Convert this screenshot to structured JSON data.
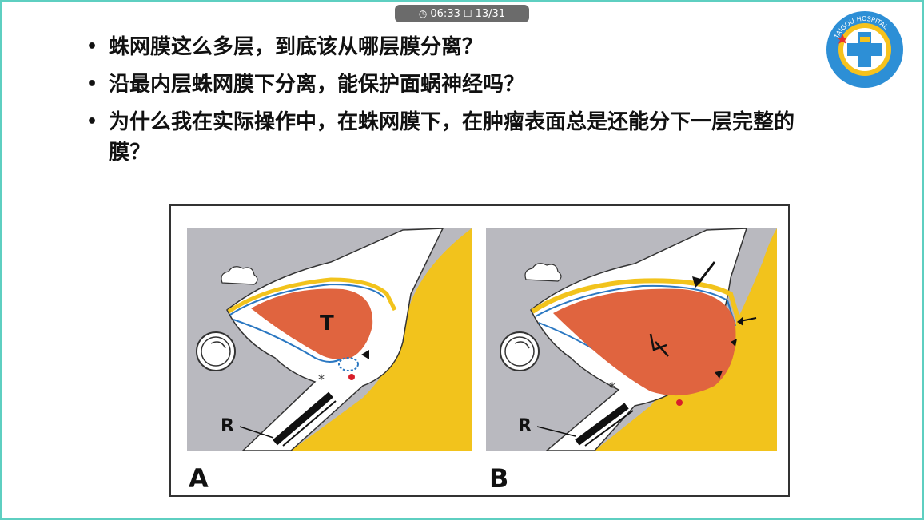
{
  "status": {
    "time": "06:33",
    "page": "13/31"
  },
  "bullets": [
    "蛛网膜这么多层，到底该从哪层膜分离？",
    "沿最内层蛛网膜下分离，能保护面蜗神经吗？",
    "为什么我在实际操作中，在蛛网膜下，在肿瘤表面总是还能分下一层完整的膜？"
  ],
  "logo": {
    "text": "TAIGOU HOSPITAL"
  },
  "figure": {
    "panel_a_label": "A",
    "panel_b_label": "B",
    "tumor_label": "T",
    "retractor_label_a": "R",
    "retractor_label_b": "R",
    "asterisk": "*"
  },
  "colors": {
    "frame": "#5ecfc1",
    "tumor": "#e0643f",
    "bone": "#f2c31c",
    "brain": "#b9b9bf",
    "membrane": "#2b78c2"
  }
}
